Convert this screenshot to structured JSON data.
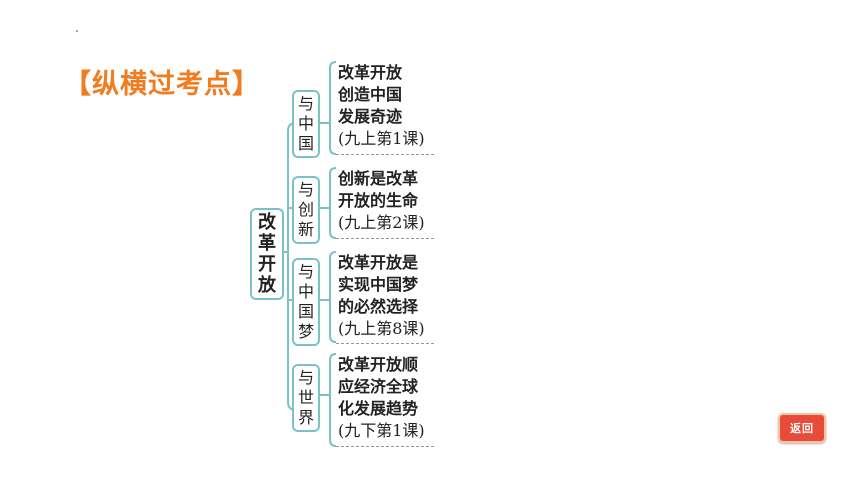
{
  "header": {
    "title": "【纵横过考点】"
  },
  "root": {
    "label_chars": [
      "改",
      "革",
      "开",
      "放"
    ]
  },
  "branches": [
    {
      "label_chars": [
        "与",
        "中",
        "国"
      ],
      "lines": [
        "改革开放",
        "创造中国",
        "发展奇迹"
      ],
      "lesson": "(九上第1课)"
    },
    {
      "label_chars": [
        "与",
        "创",
        "新"
      ],
      "lines": [
        "创新是改革",
        "开放的生命"
      ],
      "lesson": "(九上第2课)"
    },
    {
      "label_chars": [
        "与",
        "中",
        "国",
        "梦"
      ],
      "lines": [
        "改革开放是",
        "实现中国梦",
        "的必然选择"
      ],
      "lesson": "(九上第8课)"
    },
    {
      "label_chars": [
        "与",
        "世",
        "界"
      ],
      "lines": [
        "改革开放顺",
        "应经济全球",
        "化发展趋势"
      ],
      "lesson": "(九下第1课)"
    }
  ],
  "nav": {
    "back_label": "返回"
  },
  "colors": {
    "title": "#f07c1f",
    "connector": "#7ac2c8",
    "back_button": "#e84b3a"
  }
}
